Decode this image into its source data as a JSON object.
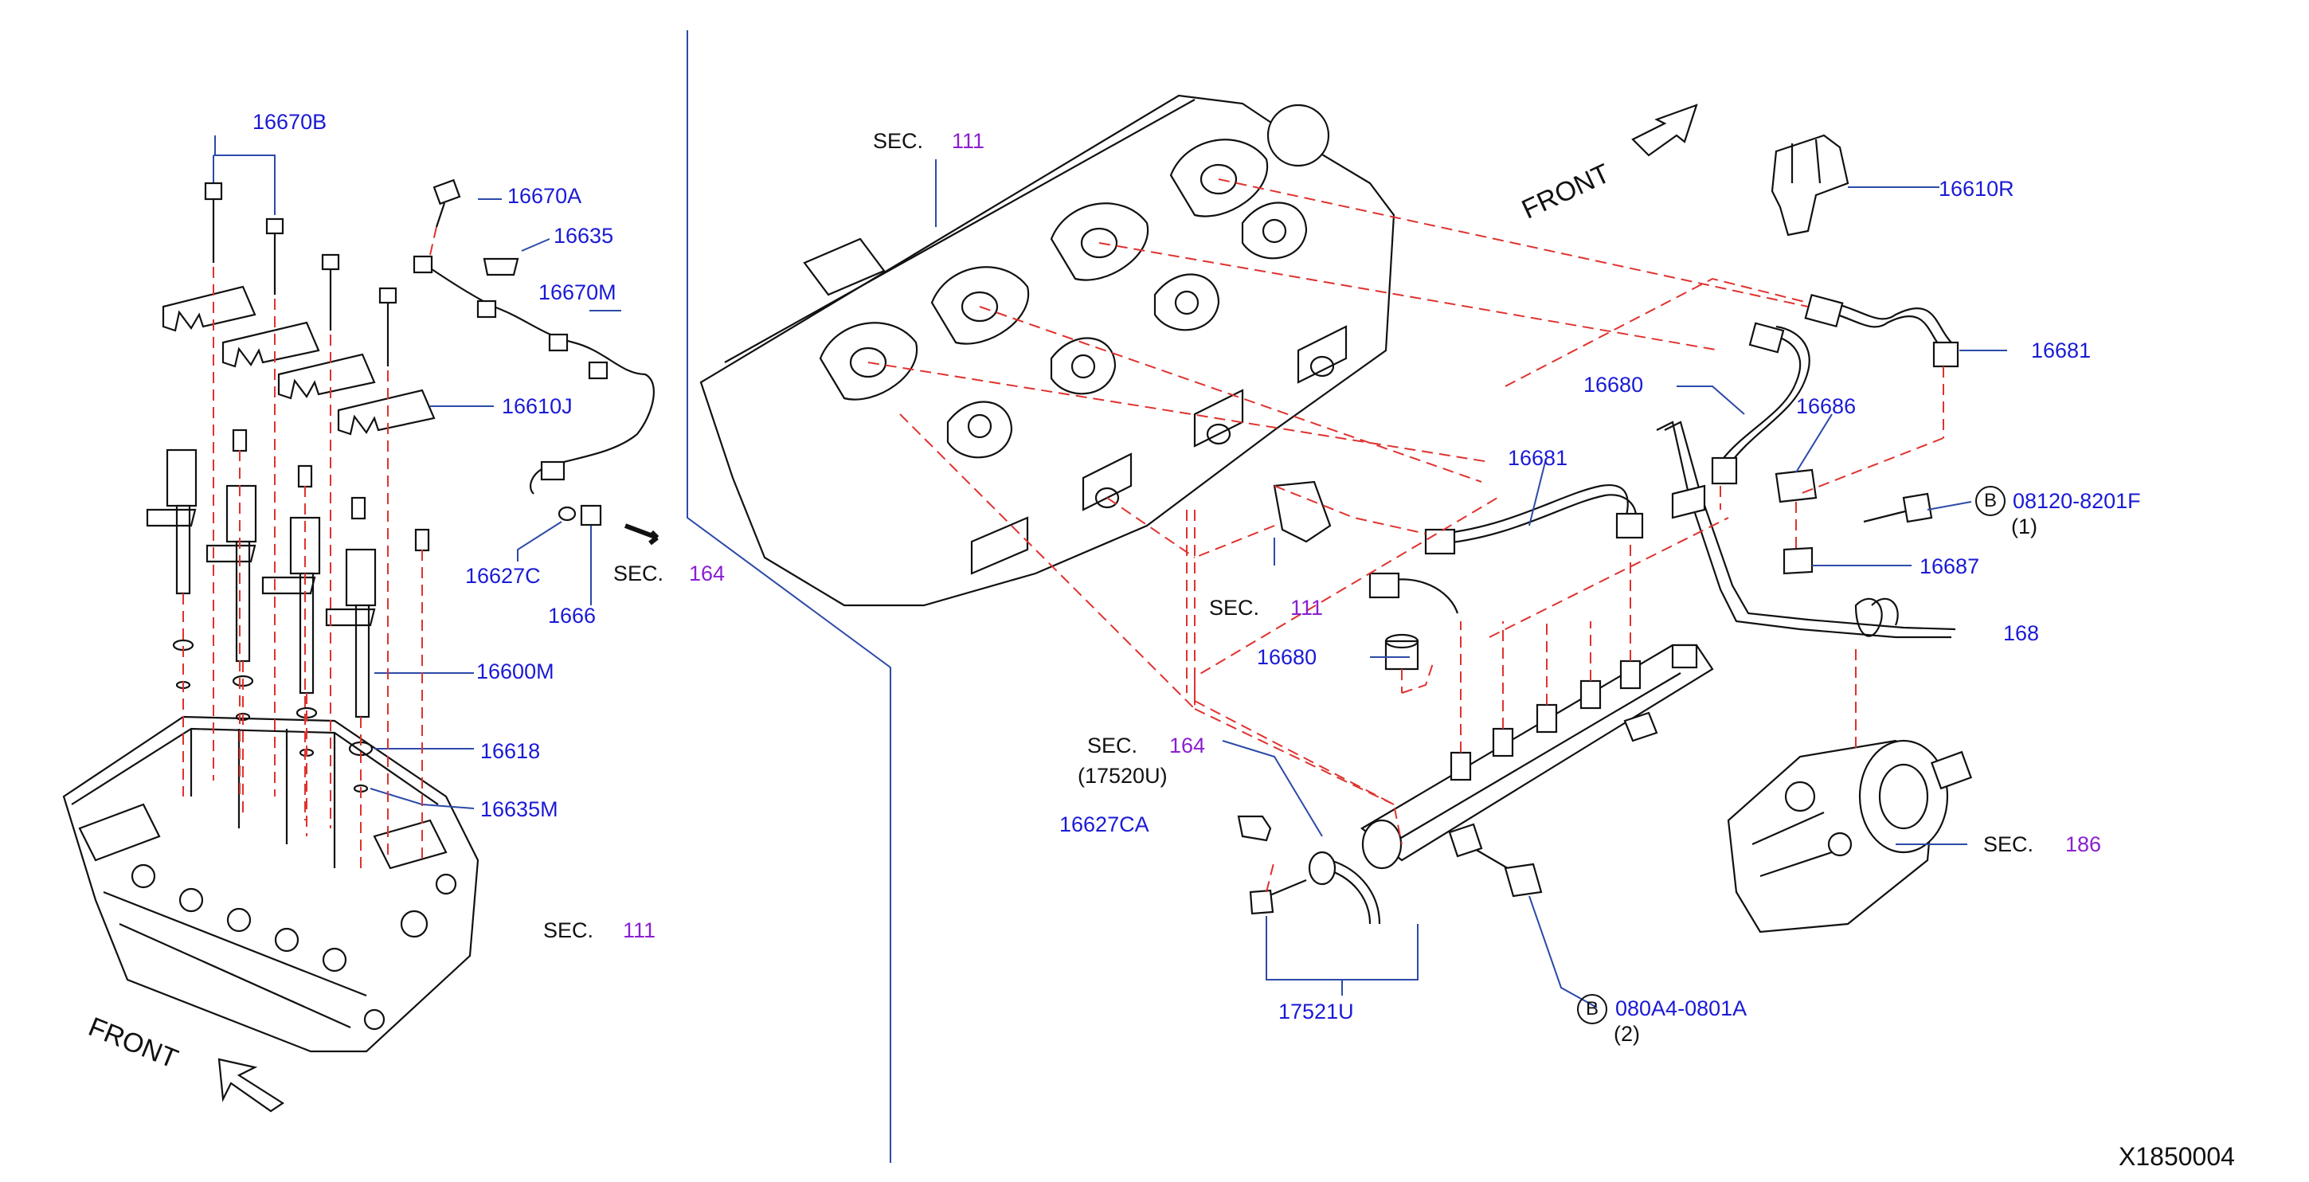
{
  "labels": {
    "p16670B": "16670B",
    "p16670A": "16670A",
    "p16635": "16635",
    "p16670M": "16670M",
    "p16610J": "16610J",
    "p16627C": "16627C",
    "p1666x": "1666",
    "p16600M": "16600M",
    "p16618": "16618",
    "p16635M": "16635M",
    "p16610R": "16610R",
    "p16681a": "16681",
    "p16680a": "16680",
    "p16686": "16686",
    "p16681b": "16681",
    "p08120": "08120-8201F",
    "q1": "(1)",
    "p16687": "16687",
    "p1668x": "168",
    "p16680b": "16680",
    "p17520U": "(17520U)",
    "p16627CA": "16627CA",
    "p17521U": "17521U",
    "p080A4": "080A4-0801A",
    "q2": "(2)"
  },
  "sections": {
    "sec_word": "SEC.",
    "s111_top": "111",
    "s164_left": "164",
    "s111_mid": "111",
    "s111_left": "111",
    "s164_bottom": "164",
    "s186": "186"
  },
  "markers": {
    "bolt_b": "B",
    "front": "FRONT"
  },
  "diagram_code": "X1850004",
  "colors": {
    "part_label": "#1a1ad6",
    "section_ref": "#8a1fd1",
    "dashed_line": "#e0322e",
    "leader_line": "#2c4aa8",
    "outline": "#111111"
  }
}
